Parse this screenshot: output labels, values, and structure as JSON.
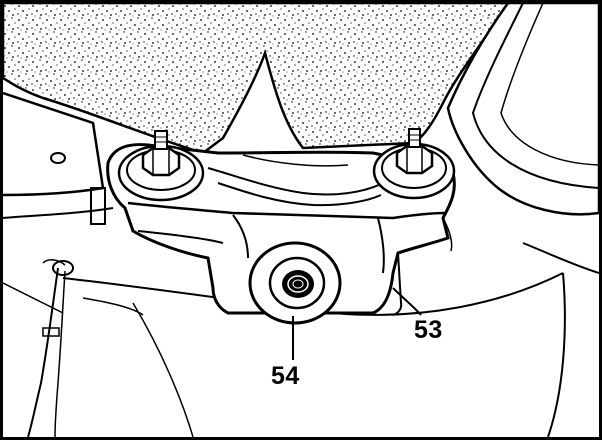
{
  "figure": {
    "callouts": [
      {
        "id": "53",
        "label": "53"
      },
      {
        "id": "54",
        "label": "54"
      }
    ]
  }
}
